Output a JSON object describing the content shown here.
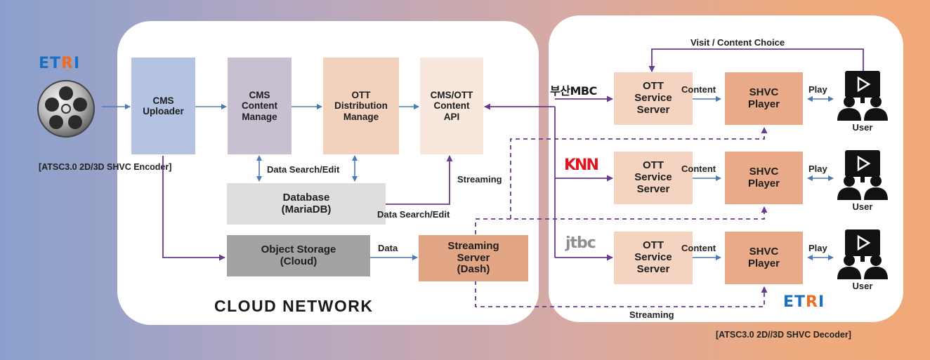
{
  "encoder_logo": "ETRI",
  "encoder_label": "[ATSC3.0 2D/3D SHVC Encoder]",
  "decoder_logo": "ETRI",
  "decoder_label": "[ATSC3.0 2D//3D SHVC Decoder]",
  "cloud_title": "CLOUD NETWORK",
  "boxes": {
    "cms_uploader": "CMS\nUploader",
    "cms_content": "CMS\nContent\nManage",
    "ott_distribution": "OTT\nDistribution\nManage",
    "cms_ott_api": "CMS/OTT\nContent\nAPI",
    "database": "Database\n(MariaDB)",
    "object_storage": "Object Storage\n(Cloud)",
    "streaming_server": "Streaming\nServer\n(Dash)"
  },
  "edge_labels": {
    "data_search_edit_1": "Data Search/Edit",
    "data_search_edit_2": "Data Search/Edit",
    "streaming_cloud": "Streaming",
    "data": "Data",
    "visit": "Visit / Content Choice",
    "streaming_bottom": "Streaming"
  },
  "broadcasters": [
    {
      "logo": "부산MBC",
      "service": "OTT\nService\nServer",
      "content_label": "Content",
      "player": "SHVC\nPlayer",
      "play_label": "Play",
      "user": "User"
    },
    {
      "logo": "KNN",
      "service": "OTT\nService\nServer",
      "content_label": "Content",
      "player": "SHVC\nPlayer",
      "play_label": "Play",
      "user": "User"
    },
    {
      "logo": "jtbc",
      "service": "OTT\nService\nServer",
      "content_label": "Content",
      "player": "SHVC\nPlayer",
      "play_label": "Play",
      "user": "User"
    }
  ],
  "colors": {
    "uploader": "#b3c3e1",
    "cms_content": "#c8c0d0",
    "ott_distribution": "#f3d2bd",
    "cms_ott_api": "#f7e7dc",
    "database": "#dedede",
    "object_storage": "#a3a3a3",
    "streaming_server": "#e2a687",
    "service_server": "#f4d4c0",
    "player": "#e8aa89",
    "arrow_blue": "#4d7bb0",
    "arrow_purple": "#6a3a8c",
    "etri_blue": "#1d6fc2",
    "etri_orange": "#f06a1f",
    "mbc": "#1a1a1a",
    "knn": "#e3141f",
    "jtbc": "#8f8f8f"
  }
}
